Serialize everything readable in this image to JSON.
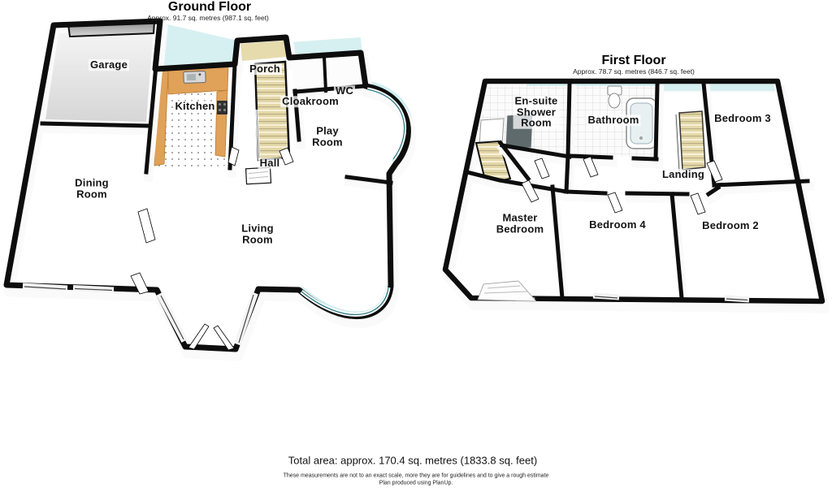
{
  "colors": {
    "wall": "#0d0d0d",
    "carpet_tan": "#e3d8a8",
    "glazing_cyan": "#d6f0f2",
    "glazing_line_teal": "#2e7d86",
    "counter_orange": "#e0a159",
    "garage_floor_grey": "#e4e4e4"
  },
  "ground_floor": {
    "title": "Ground Floor",
    "subtitle": "Approx. 91.7 sq. metres (987.1 sq. feet)",
    "rooms": {
      "garage": "Garage",
      "kitchen": "Kitchen",
      "porch": "Porch",
      "cloakroom": "Cloakroom",
      "wc": "WC",
      "play_room": "Play\nRoom",
      "hall": "Hall",
      "dining_room": "Dining\nRoom",
      "living_room": "Living\nRoom"
    }
  },
  "first_floor": {
    "title": "First Floor",
    "subtitle": "Approx. 78.7 sq. metres (846.7 sq. feet)",
    "rooms": {
      "ensuite": "En-suite\nShower\nRoom",
      "bathroom": "Bathroom",
      "bedroom3": "Bedroom 3",
      "landing": "Landing",
      "master_bedroom": "Master\nBedroom",
      "bedroom4": "Bedroom 4",
      "bedroom2": "Bedroom 2"
    }
  },
  "footer": {
    "total_area": "Total area: approx. 170.4 sq. metres (1833.8 sq. feet)",
    "disclaimer": "These measurements are not to an exact scale, more they are for guidelines and to give a rough estimate",
    "produced_by": "Plan produced using PlanUp."
  }
}
